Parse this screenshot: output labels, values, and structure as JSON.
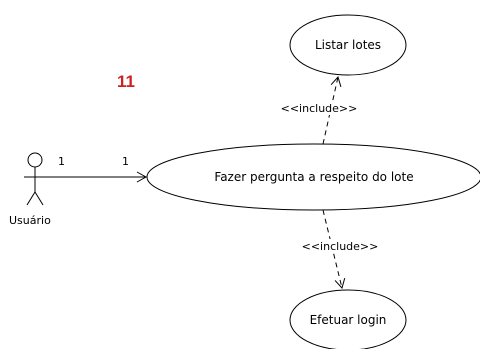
{
  "diagram_number": {
    "text": "11",
    "color": "#cc2222"
  },
  "actor": {
    "name": "Usuário",
    "icon": "stick-figure-icon"
  },
  "association": {
    "actor_multiplicity": "1",
    "usecase_multiplicity": "1"
  },
  "use_cases": {
    "main": "Fazer pergunta a respeito do lote",
    "top": "Listar lotes",
    "bottom": "Efetuar login"
  },
  "relations": {
    "include_top": "<<include>>",
    "include_bottom": "<<include>>"
  }
}
